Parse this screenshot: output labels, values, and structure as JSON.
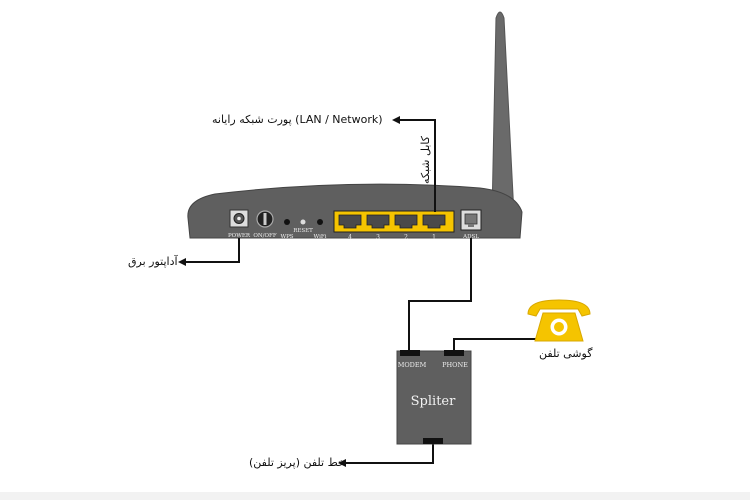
{
  "labels": {
    "lan_port": "پورت شبکه رایانه (LAN / Network)",
    "network_cable": "کابل شبکه",
    "adapter": "آداپتور برق",
    "phone": "گوشی تلفن",
    "phone_line": "خط تلفن (پریز تلفن)",
    "splitter": "Spliter",
    "splitter_modem": "MODEM",
    "splitter_phone": "PHONE"
  },
  "router": {
    "power": "POWER",
    "onoff": "ON/OFF",
    "wps": "WPS",
    "reset": "RESET",
    "wifi": "WiFi",
    "adsl": "ADSL",
    "lan_numbers": [
      "4",
      "3",
      "2",
      "1"
    ]
  },
  "colors": {
    "router_body": "#5f5f5f",
    "antenna": "#6a6a6a",
    "lan_port": "#f5c400",
    "phone": "#f5c400",
    "splitter": "#5f5f5f",
    "wire": "#111111"
  }
}
